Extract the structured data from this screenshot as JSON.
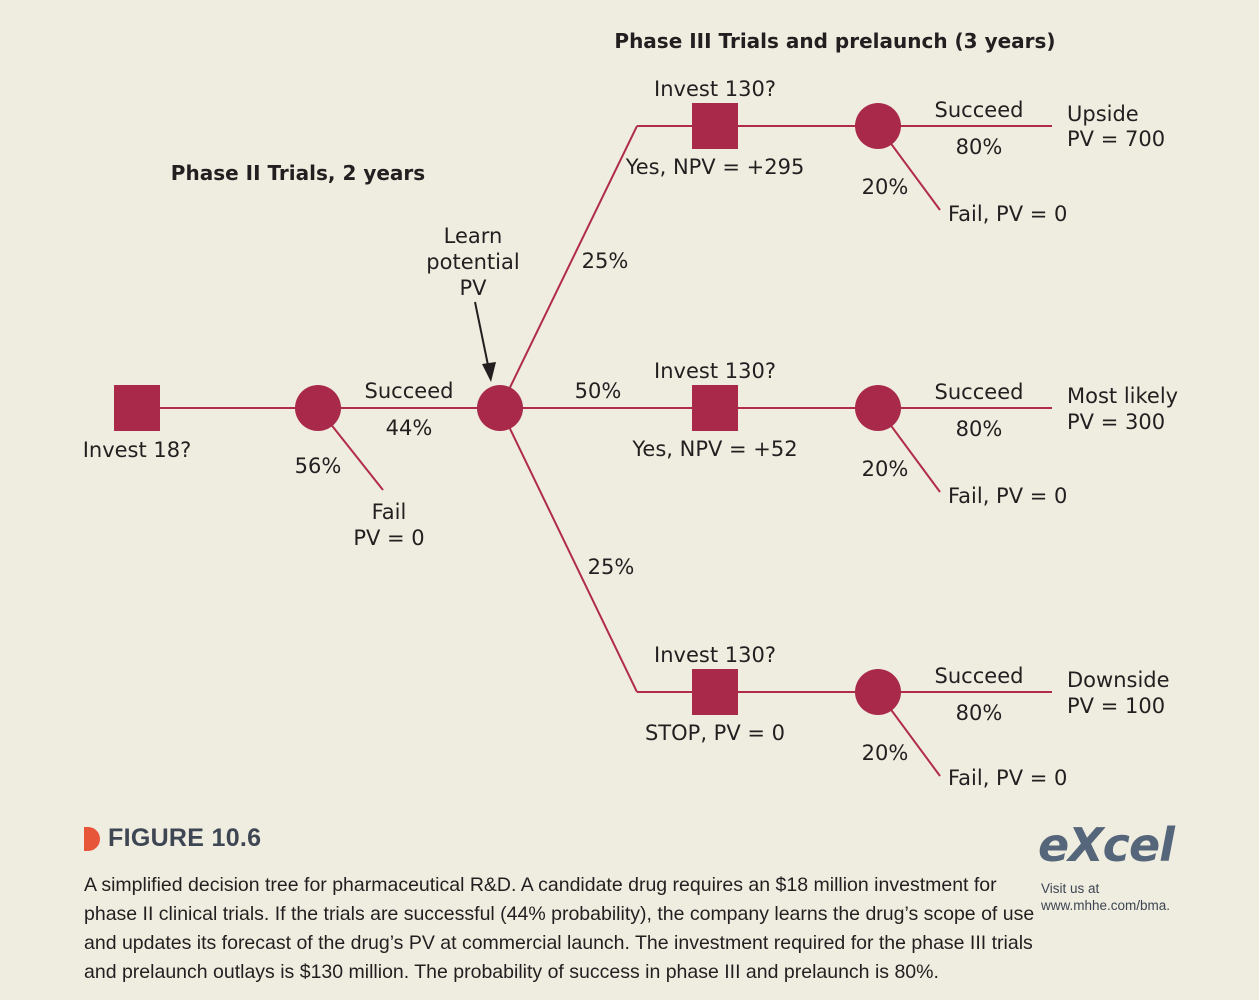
{
  "diagram": {
    "header_phase3": "Phase III Trials and prelaunch (3 years)",
    "header_phase2": "Phase II Trials, 2 years",
    "invest18": "Invest 18?",
    "phase2_succeed": "Succeed",
    "phase2_prob_succeed": "44%",
    "phase2_prob_fail": "56%",
    "phase2_fail_line1": "Fail",
    "phase2_fail_line2": "PV = 0",
    "learn_line1": "Learn",
    "learn_line2": "potential",
    "learn_line3": "PV",
    "prob_upper": "25%",
    "prob_middle": "50%",
    "prob_lower": "25%",
    "branches": [
      {
        "decision": "Invest 130?",
        "result": "Yes, NPV = +295",
        "succeed": "Succeed",
        "prob_succeed": "80%",
        "prob_fail": "20%",
        "fail": "Fail, PV = 0",
        "outcome_title": "Upside",
        "outcome_pv": "PV = 700"
      },
      {
        "decision": "Invest 130?",
        "result": "Yes, NPV = +52",
        "succeed": "Succeed",
        "prob_succeed": "80%",
        "prob_fail": "20%",
        "fail": "Fail, PV = 0",
        "outcome_title": "Most likely",
        "outcome_pv": "PV = 300"
      },
      {
        "decision": "Invest 130?",
        "result": "STOP, PV = 0",
        "succeed": "Succeed",
        "prob_succeed": "80%",
        "prob_fail": "20%",
        "fail": "Fail, PV = 0",
        "outcome_title": "Downside",
        "outcome_pv": "PV = 100"
      }
    ]
  },
  "figure": {
    "label": "FIGURE 10.6",
    "caption": "A simplified decision tree for pharmaceutical R&D. A candidate drug requires an $18 million investment for phase II clinical trials. If the trials are successful (44% probability), the company learns the drug’s scope of use and updates its forecast of the drug’s PV at commercial launch. The investment required for the phase III trials and prelaunch outlays is $130 million. The probability of success in phase III and prelaunch is 80%."
  },
  "excel": {
    "logo_e": "e",
    "logo_x": "X",
    "logo_rest": "cel",
    "visit_line1": "Visit us at",
    "visit_line2": "www.mhhe.com/bma."
  },
  "colors": {
    "background": "#efece0",
    "node": "#a8294a",
    "branch": "#b02c48",
    "figure_marker": "#e8563a",
    "logo": "#55657a"
  }
}
